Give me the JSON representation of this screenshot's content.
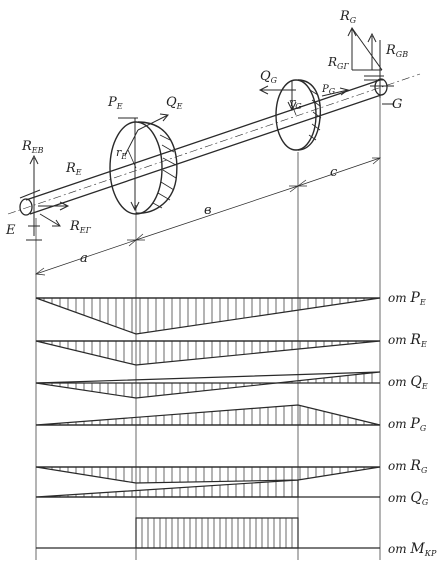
{
  "labels": {
    "R_EB": "R",
    "R_EB_sub": "EB",
    "R_E": "R",
    "R_E_sub": "E",
    "R_EG": "R",
    "R_EG_sub": "EГ",
    "E_end": "E",
    "P_E": "P",
    "P_E_sub": "E",
    "Q_E": "Q",
    "Q_E_sub": "E",
    "r_E": "r",
    "r_E_sub": "E",
    "Q_G": "Q",
    "Q_G_sub": "G",
    "r_G": "r",
    "r_G_sub": "G",
    "R_G": "R",
    "R_G_sub": "G",
    "R_GB": "R",
    "R_GB_sub": "GB",
    "R_GG": "R",
    "R_GG_sub": "GГ",
    "P_G": "P",
    "P_G_sub": "G",
    "G_end": "G",
    "dim_a": "a",
    "dim_b": "в",
    "dim_c": "c"
  },
  "diagram_rows": [
    {
      "prefix": "от ",
      "symbol": "P",
      "sub": "E"
    },
    {
      "prefix": "от ",
      "symbol": "R",
      "sub": "E"
    },
    {
      "prefix": "от ",
      "symbol": "Q",
      "sub": "E"
    },
    {
      "prefix": "от ",
      "symbol": "P",
      "sub": "G"
    },
    {
      "prefix": "от ",
      "symbol": "R",
      "sub": "G"
    },
    {
      "prefix": "от ",
      "symbol": "Q",
      "sub": "G"
    },
    {
      "prefix": "от ",
      "symbol": "M",
      "sub": "КР"
    }
  ],
  "colors": {
    "ink": "#2a2a2a",
    "background": "#ffffff"
  }
}
